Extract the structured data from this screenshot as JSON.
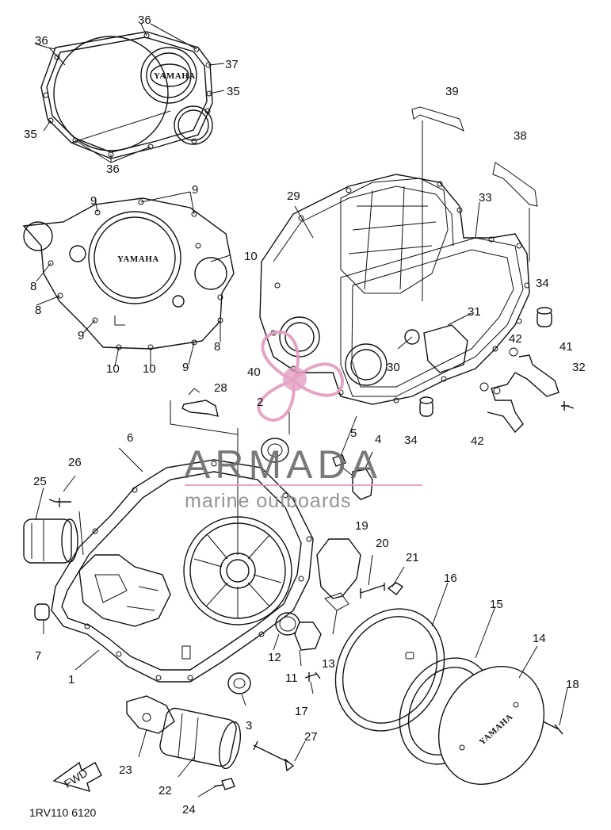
{
  "diagram": {
    "part_numbers": [
      "1",
      "2",
      "3",
      "4",
      "5",
      "6",
      "7",
      "8",
      "9",
      "10",
      "11",
      "12",
      "13",
      "14",
      "15",
      "16",
      "17",
      "18",
      "19",
      "20",
      "21",
      "22",
      "23",
      "24",
      "25",
      "26",
      "27",
      "28",
      "29",
      "30",
      "31",
      "32",
      "33",
      "34",
      "35",
      "36",
      "37",
      "38",
      "39",
      "40",
      "41",
      "42"
    ],
    "drawing_code": "1RV110 6120",
    "brand_marks": [
      "YAMAHA",
      "YAMAHA",
      "YAMAHA"
    ],
    "fwd_arrow_text": "FWD"
  },
  "watermark": {
    "title": "ARMADA",
    "subtitle": "marine outboards",
    "logo_color": "#e39bc0",
    "text_color": "#6b6b6b"
  }
}
